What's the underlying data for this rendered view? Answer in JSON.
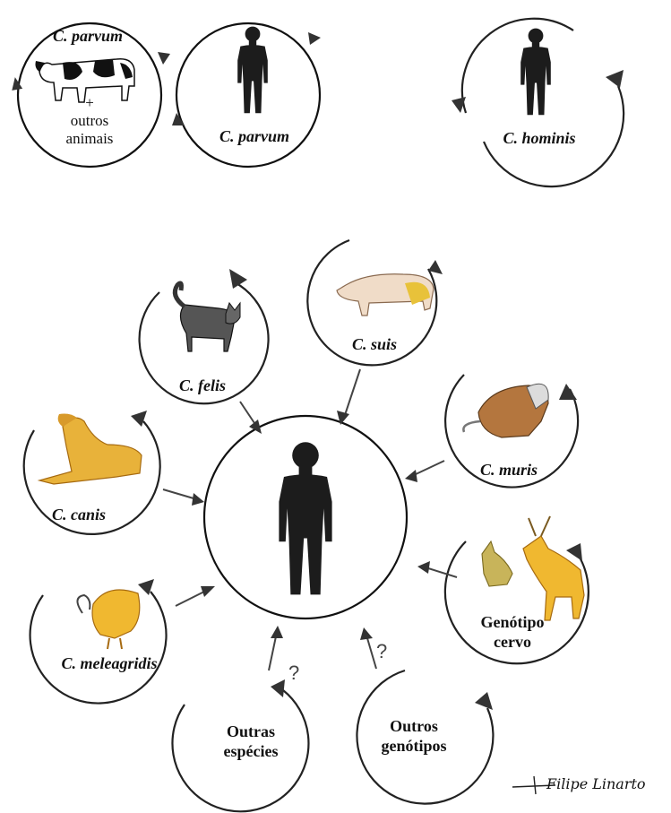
{
  "top_left_cycle": {
    "animal_label": "C. parvum",
    "plus": "+",
    "others_line1": "outros",
    "others_line2": "animais",
    "human_label": "C. parvum"
  },
  "top_right_cycle": {
    "human_label": "C. hominis"
  },
  "hub": {
    "center": "human-silhouette"
  },
  "zoonotic_sources": [
    {
      "id": "felis",
      "label": "C. felis",
      "animal": "cat"
    },
    {
      "id": "suis",
      "label": "C. suis",
      "animal": "pig"
    },
    {
      "id": "muris",
      "label": "C. muris",
      "animal": "mouse"
    },
    {
      "id": "canis",
      "label": "C. canis",
      "animal": "dog"
    },
    {
      "id": "cervo",
      "label_line1": "Genótipo",
      "label_line2": "cervo",
      "animal": "deer"
    },
    {
      "id": "meleagridis",
      "label": "C. meleagridis",
      "animal": "turkey"
    },
    {
      "id": "outras",
      "label_line1": "Outras",
      "label_line2": "espécies",
      "question": "?"
    },
    {
      "id": "outros",
      "label_line1": "Outros",
      "label_line2": "genótipos",
      "question": "?"
    }
  ],
  "signature": "Filipe Linarto",
  "colors": {
    "line": "#222222",
    "silhouette": "#1c1c1c",
    "animal_fill": "#e8b23a",
    "animal_light": "#f2d27a"
  }
}
